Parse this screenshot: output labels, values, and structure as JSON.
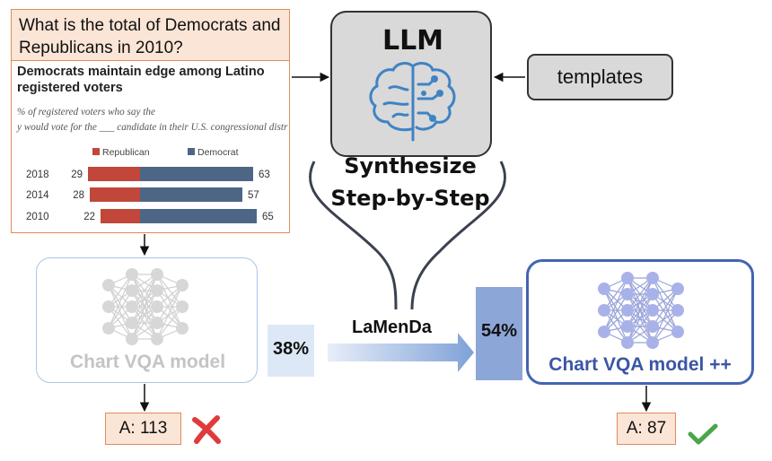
{
  "question": "What is the total of Democrats and Republicans in 2010?",
  "llm": {
    "title": "LLM"
  },
  "templates_label": "templates",
  "synthesize": {
    "line1": "Synthesize",
    "line2": "Step-by-Step"
  },
  "method_label": "LaMenDa",
  "baseline": {
    "accuracy": "38%",
    "model_label": "Chart VQA model",
    "answer": "A: 113",
    "verdict": "wrong"
  },
  "improved": {
    "accuracy": "54%",
    "model_label": "Chart VQA model ++",
    "answer": "A: 87",
    "verdict": "correct"
  },
  "colors": {
    "republican": "#c0473a",
    "democrat": "#4d6686",
    "llm_fill": "#d9d9d9",
    "question_fill": "#fbe5d6",
    "improved_border": "#4264b2",
    "baseline_border": "#a9c6e8",
    "icon_blue": "#3f83c4",
    "cross_red": "#e03b3b",
    "check_green": "#4aa64a"
  },
  "chart_data": {
    "type": "bar",
    "title": "Democrats maintain edge among Latino registered voters",
    "subtitle": "% of registered voters who say they would vote for the ___ candidate in their U.S. congressional district",
    "categories": [
      "2018",
      "2014",
      "2010"
    ],
    "series": [
      {
        "name": "Republican",
        "values": [
          29,
          28,
          22
        ]
      },
      {
        "name": "Democrat",
        "values": [
          63,
          57,
          65
        ]
      }
    ],
    "legend": "top",
    "stacked": "diverging"
  }
}
